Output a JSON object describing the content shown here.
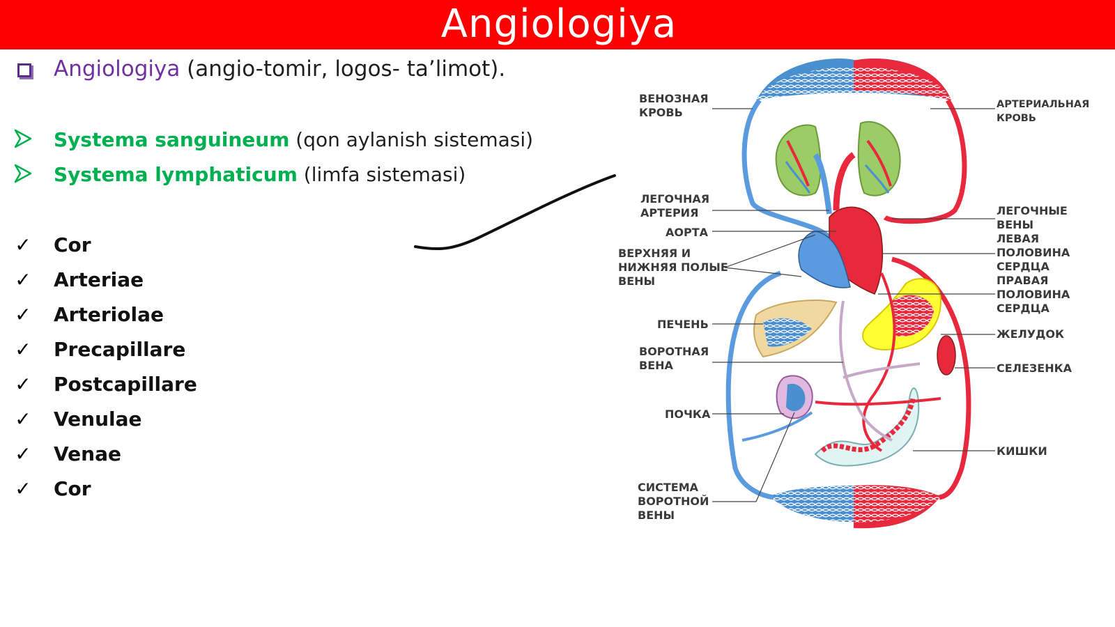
{
  "slide": {
    "title": "Angiologiya"
  },
  "intro": {
    "term": "Angiologiya",
    "desc": " (angio-tomir, logos- ta’limot)."
  },
  "systems": [
    {
      "term": "Systema sanguineum",
      "desc": " (qon aylanish sistemasi)"
    },
    {
      "term": "Systema lymphaticum",
      "desc": " (limfa sistemasi)"
    }
  ],
  "checklist": [
    "Cor",
    "Arteriae",
    "Arteriolae",
    "Precapillare",
    "Postcapillare",
    "Venulae",
    "Venae",
    "Cor"
  ],
  "diagram": {
    "labels": {
      "venous_blood": "ВЕНОЗНАЯ\nКРОВЬ",
      "arterial_blood": "АРТЕРИАЛЬНАЯ\nКРОВЬ",
      "pulmonary_artery": "ЛЕГОЧНАЯ\nАРТЕРИЯ",
      "aorta": "АОРТА",
      "vena_cava": "ВЕРХНЯЯ И\nНИЖНЯЯ ПОЛЫЕ\nВЕНЫ",
      "liver": "ПЕЧЕНЬ",
      "portal_vein": "ВОРОТНАЯ\nВЕНА",
      "kidney": "ПОЧКА",
      "portal_system": "СИСТЕМА\nВОРОТНОЙ\nВЕНЫ",
      "pulmonary_veins": "ЛЕГОЧНЫЕ\nВЕНЫ",
      "left_heart": "ЛЕВАЯ\nПОЛОВИНА\nСЕРДЦА",
      "right_heart": "ПРАВАЯ\nПОЛОВИНА\nСЕРДЦА",
      "stomach": "ЖЕЛУДОК",
      "spleen": "СЕЛЕЗЕНКА",
      "intestine": "КИШКИ"
    }
  },
  "colors": {
    "title_bg": "#ff0000",
    "intro_term": "#7030a0",
    "system_term": "#00b050",
    "artery": "#e8283c",
    "vein": "#4a8fd0"
  }
}
